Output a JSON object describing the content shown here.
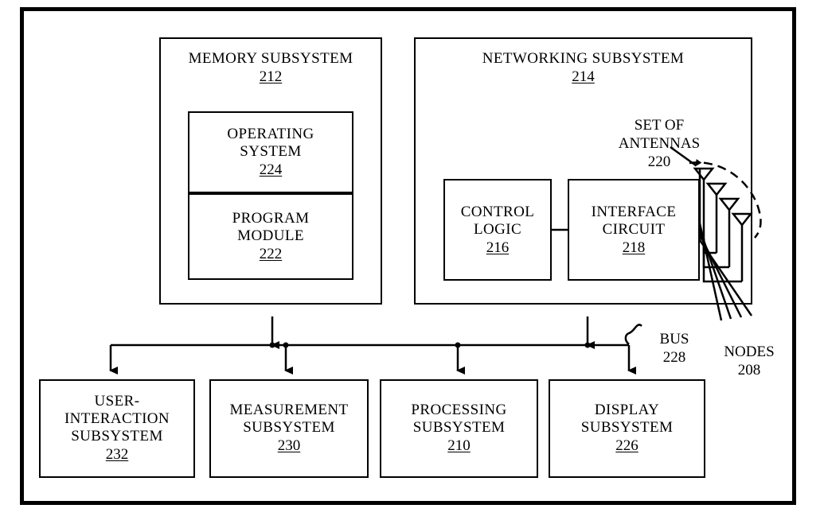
{
  "figure": {
    "type": "patent-block-diagram",
    "blocks": {
      "memory": {
        "title": "MEMORY SUBSYSTEM",
        "num": "212"
      },
      "networking": {
        "title": "NETWORKING SUBSYSTEM",
        "num": "214"
      },
      "operating_system": {
        "title": "OPERATING\nSYSTEM",
        "num": "224"
      },
      "program_module": {
        "title": "PROGRAM\nMODULE",
        "num": "222"
      },
      "control_logic": {
        "title": "CONTROL\nLOGIC",
        "num": "216"
      },
      "interface_circuit": {
        "title": "INTERFACE\nCIRCUIT",
        "num": "218"
      },
      "user_interaction": {
        "title": "USER-\nINTERACTION\nSUBSYSTEM",
        "num": "232"
      },
      "measurement": {
        "title": "MEASUREMENT\nSUBSYSTEM",
        "num": "230"
      },
      "processing": {
        "title": "PROCESSING\nSUBSYSTEM",
        "num": "210"
      },
      "display": {
        "title": "DISPLAY\nSUBSYSTEM",
        "num": "226"
      }
    },
    "callouts": {
      "set_of_antennas": {
        "title": "SET OF\nANTENNAS",
        "num": "220"
      },
      "bus": {
        "title": "BUS",
        "num": "228"
      },
      "nodes": {
        "title": "NODES",
        "num": "208"
      }
    },
    "colors": {
      "line": "#000000",
      "background": "#ffffff"
    },
    "counts": {
      "antennas": 4,
      "node_links": 4,
      "bottom_subsystems": 4
    }
  }
}
